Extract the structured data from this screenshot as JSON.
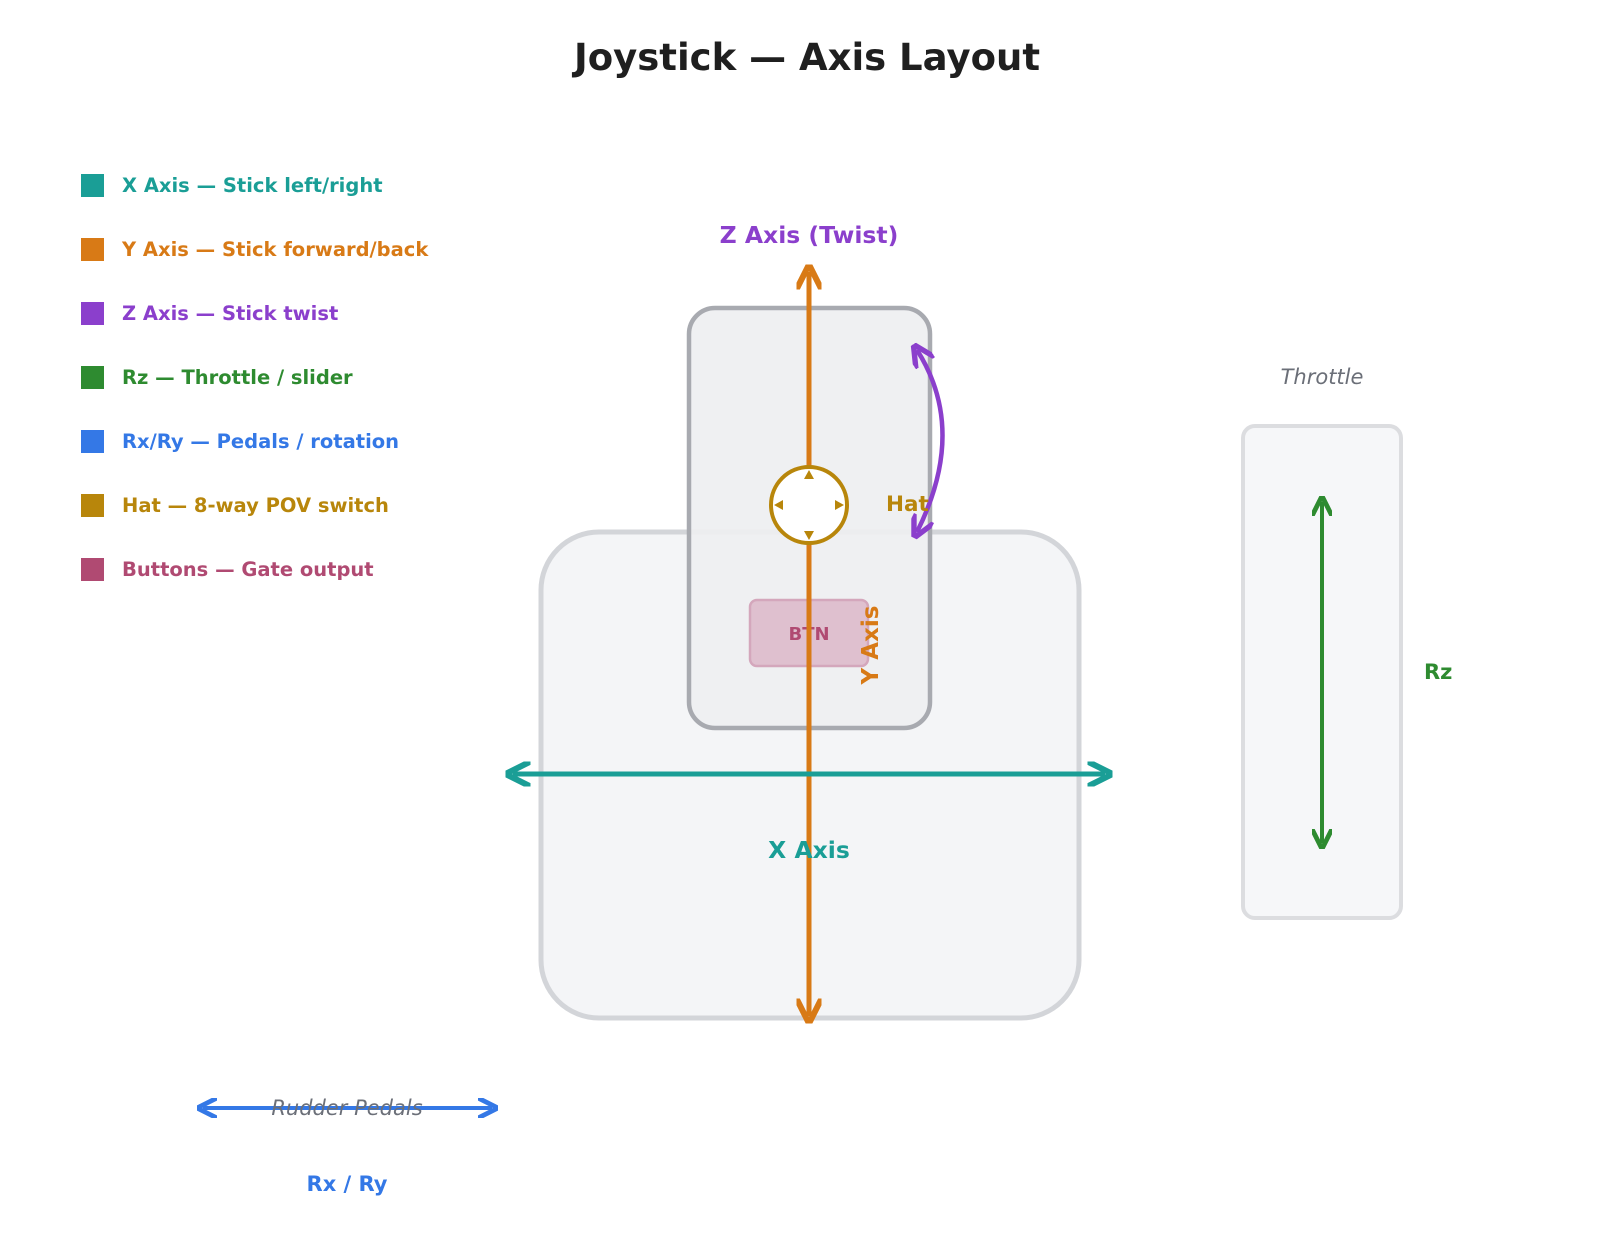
{
  "title": "Joystick — Axis Layout",
  "legend": [
    {
      "label": "X Axis — Stick left/right",
      "color": "#1a9e96"
    },
    {
      "label": "Y Axis — Stick forward/back",
      "color": "#d87a16"
    },
    {
      "label": "Z Axis — Stick twist",
      "color": "#8b3fcc"
    },
    {
      "label": "Rz — Throttle / slider",
      "color": "#2e8b30"
    },
    {
      "label": "Rx/Ry — Pedals / rotation",
      "color": "#3478e6"
    },
    {
      "label": "Hat — 8-way POV switch",
      "color": "#b8860b"
    },
    {
      "label": "Buttons — Gate output",
      "color": "#b04a72"
    }
  ],
  "labels": {
    "z_axis": "Z Axis (Twist)",
    "hat": "Hat",
    "button": "BTN",
    "y_axis": "Y Axis",
    "x_axis": "X Axis",
    "throttle": "Throttle",
    "rz": "Rz",
    "rudder_pedals": "Rudder Pedals",
    "rx_ry": "Rx / Ry"
  },
  "colors": {
    "x": "#1a9e96",
    "y": "#d87a16",
    "z": "#8b3fcc",
    "rz": "#2e8b30",
    "rxry": "#3478e6",
    "hat": "#b8860b",
    "button": "#b04a72",
    "title": "#1f1f1f",
    "muted": "#6b6f78"
  }
}
